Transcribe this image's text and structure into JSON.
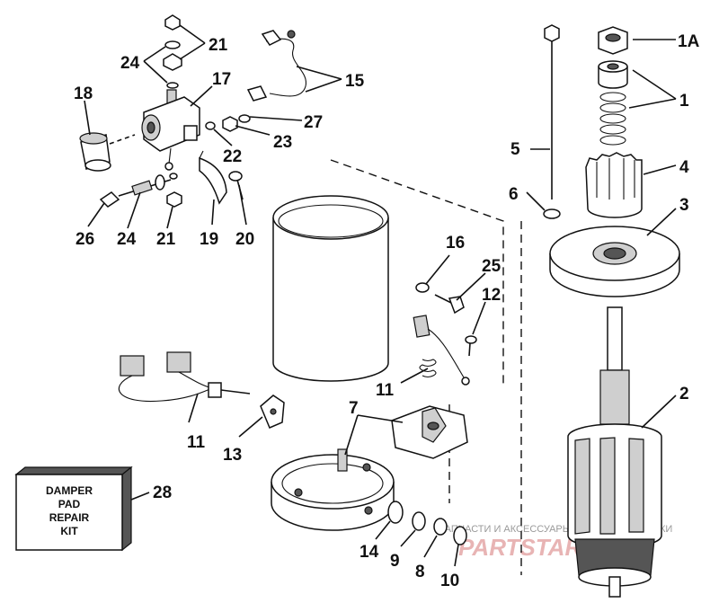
{
  "callouts": {
    "c21a": "21",
    "c24a": "24",
    "c17": "17",
    "c18": "18",
    "c15": "15",
    "c27": "27",
    "c23": "23",
    "c22": "22",
    "c26": "26",
    "c24b": "24",
    "c21b": "21",
    "c19": "19",
    "c20": "20",
    "c16": "16",
    "c25": "25",
    "c12": "12",
    "c11a": "11",
    "c11b": "11",
    "c13": "13",
    "c7": "7",
    "c1a": "1A",
    "c1": "1",
    "c5": "5",
    "c4": "4",
    "c6": "6",
    "c3": "3",
    "c2": "2",
    "c14": "14",
    "c9": "9",
    "c8": "8",
    "c10": "10",
    "c28": "28"
  },
  "kit": {
    "line1": "DAMPER",
    "line2": "PAD",
    "line3": "REPAIR",
    "line4": "KIT"
  },
  "watermark": {
    "caption": "ЗАПЧАСТИ И АКСЕССУАРЫ ДЛЯ МОТОТЕХНИКИ",
    "logo": "PARTSTAR.RU"
  },
  "colors": {
    "ink": "#111111",
    "paper": "#ffffff",
    "watermark": "#e8b4b4"
  }
}
